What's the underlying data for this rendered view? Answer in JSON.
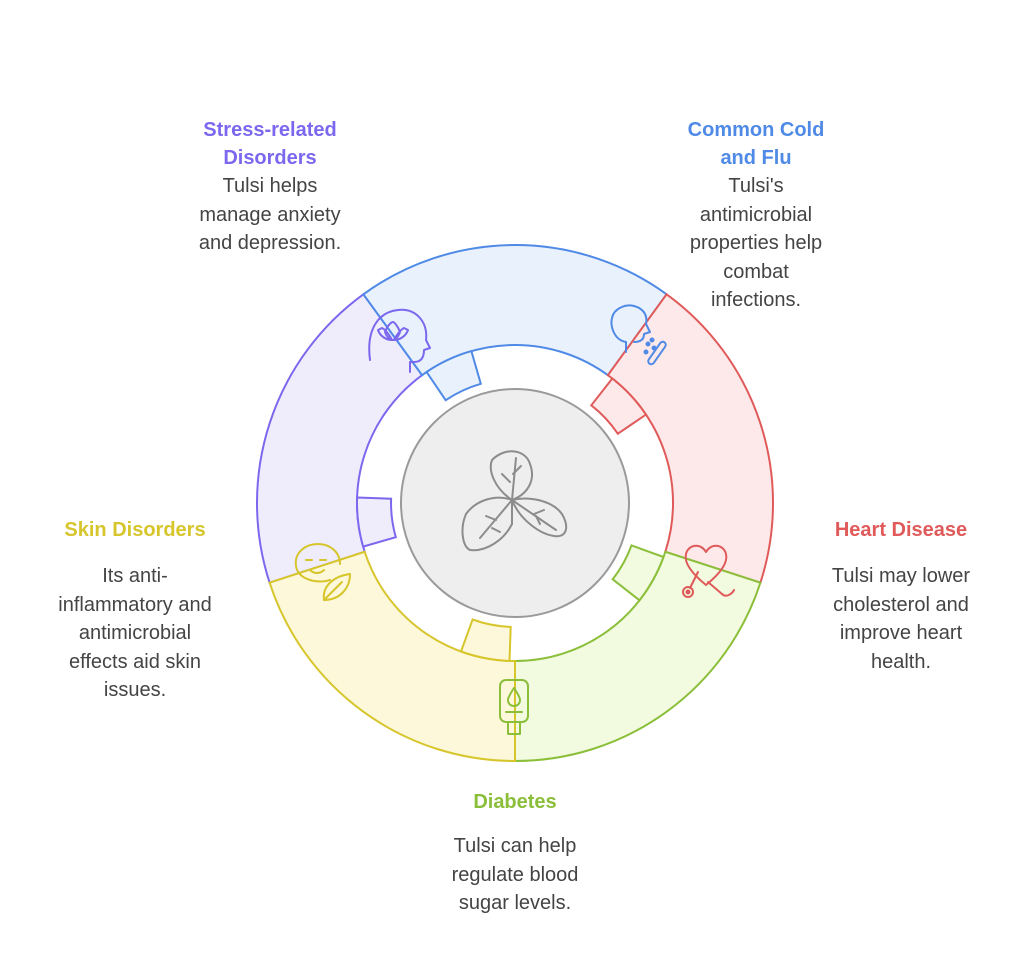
{
  "segments": {
    "stress": {
      "title_lines": [
        "Stress-related",
        "Disorders"
      ],
      "desc_lines": [
        "Tulsi helps",
        "manage anxiety",
        "and depression."
      ],
      "color": "#7b68ee",
      "fill": "#efedfc",
      "icon": "head-lotus-icon"
    },
    "cold": {
      "title_lines": [
        "Common Cold",
        "and Flu"
      ],
      "desc_lines": [
        "Tulsi's",
        "antimicrobial",
        "properties help",
        "combat",
        "infections."
      ],
      "color": "#4f8ae6",
      "fill": "#e9f1fd",
      "icon": "sneezing-face-icon"
    },
    "heart": {
      "title_lines": [
        "Heart Disease"
      ],
      "desc_lines": [
        "Tulsi may lower",
        "cholesterol and",
        "improve heart",
        "health."
      ],
      "color": "#e05a5a",
      "fill": "#fde9e9",
      "icon": "heart-stethoscope-icon"
    },
    "diabetes": {
      "title_lines": [
        "Diabetes"
      ],
      "desc_lines": [
        "Tulsi can help",
        "regulate blood",
        "sugar levels."
      ],
      "color": "#8bbf3a",
      "fill": "#f2fadf",
      "icon": "glucose-meter-icon"
    },
    "skin": {
      "title_lines": [
        "Skin Disorders"
      ],
      "desc_lines": [
        "Its anti-",
        "inflammatory and",
        "antimicrobial",
        "effects aid skin",
        "issues."
      ],
      "color": "#d7c52c",
      "fill": "#fdf8d9",
      "icon": "face-leaf-icon"
    }
  },
  "center": {
    "icon": "tulsi-leaves-icon",
    "fill": "#eeeeee",
    "stroke": "#9a9a9a"
  }
}
